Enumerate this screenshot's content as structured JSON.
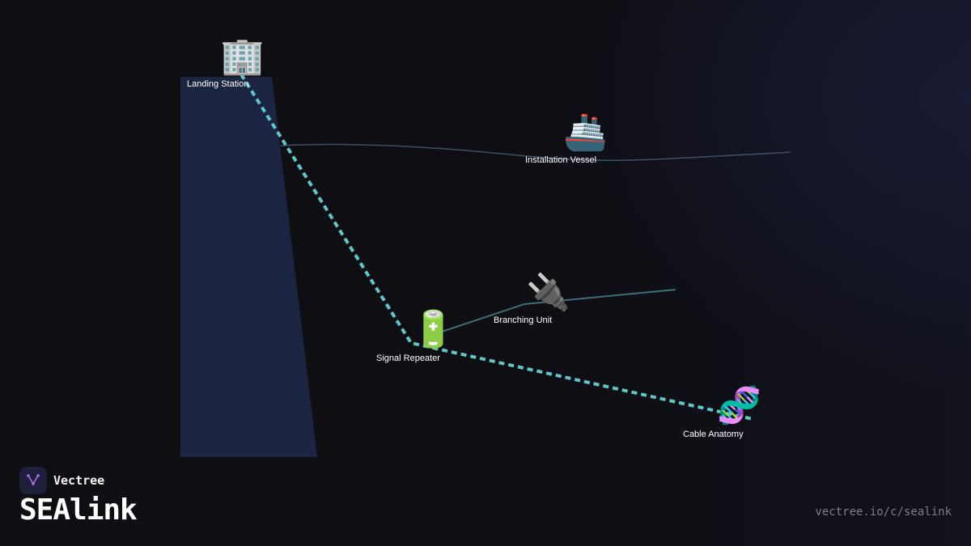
{
  "diagram": {
    "nodes": [
      {
        "id": "landing",
        "label": "Landing Station",
        "icon": "office-building-icon",
        "glyph": "🏢"
      },
      {
        "id": "vessel",
        "label": "Installation Vessel",
        "icon": "ship-icon",
        "glyph": "🚢"
      },
      {
        "id": "branching",
        "label": "Branching Unit",
        "icon": "plug-icon",
        "glyph": "🔌"
      },
      {
        "id": "repeater",
        "label": "Signal Repeater",
        "icon": "battery-icon",
        "glyph": "🔋"
      },
      {
        "id": "anatomy",
        "label": "Cable Anatomy",
        "icon": "dna-icon",
        "glyph": "🧬"
      }
    ],
    "colors": {
      "cable": "#5ec8c8",
      "surface_line": "#3d5068",
      "branch_line": "#3e6e78",
      "seabed": "#1b2440"
    }
  },
  "brand": {
    "name": "Vectree",
    "title": "SEAlink",
    "url": "vectree.io/c/sealink"
  }
}
